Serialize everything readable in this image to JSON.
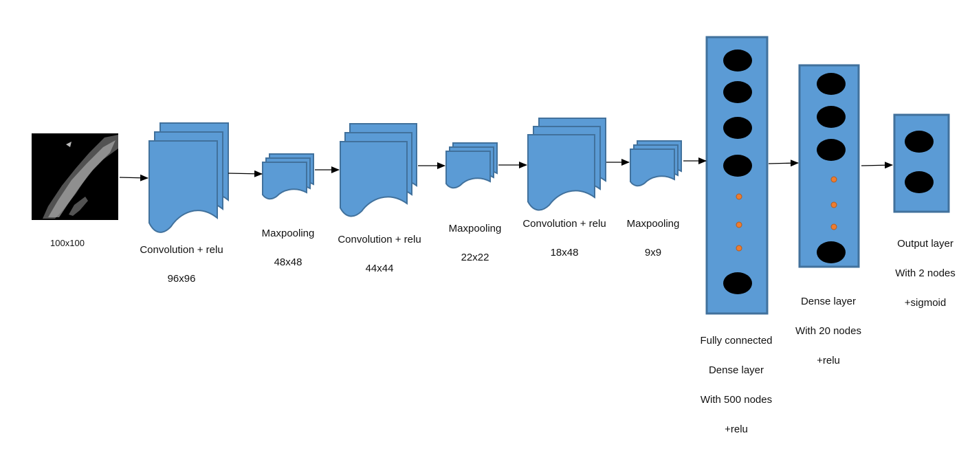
{
  "input": {
    "size_label": "100x100"
  },
  "layers": [
    {
      "name": "Convolution + relu",
      "size": "96x96"
    },
    {
      "name": "Maxpooling",
      "size": "48x48"
    },
    {
      "name": "Convolution + relu",
      "size": "44x44"
    },
    {
      "name": "Maxpooling",
      "size": "22x22"
    },
    {
      "name": "Convolution + relu",
      "size": "18x48"
    },
    {
      "name": "Maxpooling",
      "size": "9x9"
    }
  ],
  "dense": [
    {
      "lines": [
        "Fully connected",
        "Dense layer",
        "With 500 nodes",
        "+relu"
      ]
    },
    {
      "lines": [
        "Dense layer",
        "With 20 nodes",
        "+relu"
      ]
    },
    {
      "lines": [
        "Output layer",
        "With 2 nodes",
        "+sigmoid"
      ]
    }
  ],
  "colors": {
    "block_fill": "#5b9bd5",
    "block_stroke": "#41719c",
    "node": "#000000",
    "ellipsis_dot": "#ed7d31",
    "arrow": "#000000"
  }
}
